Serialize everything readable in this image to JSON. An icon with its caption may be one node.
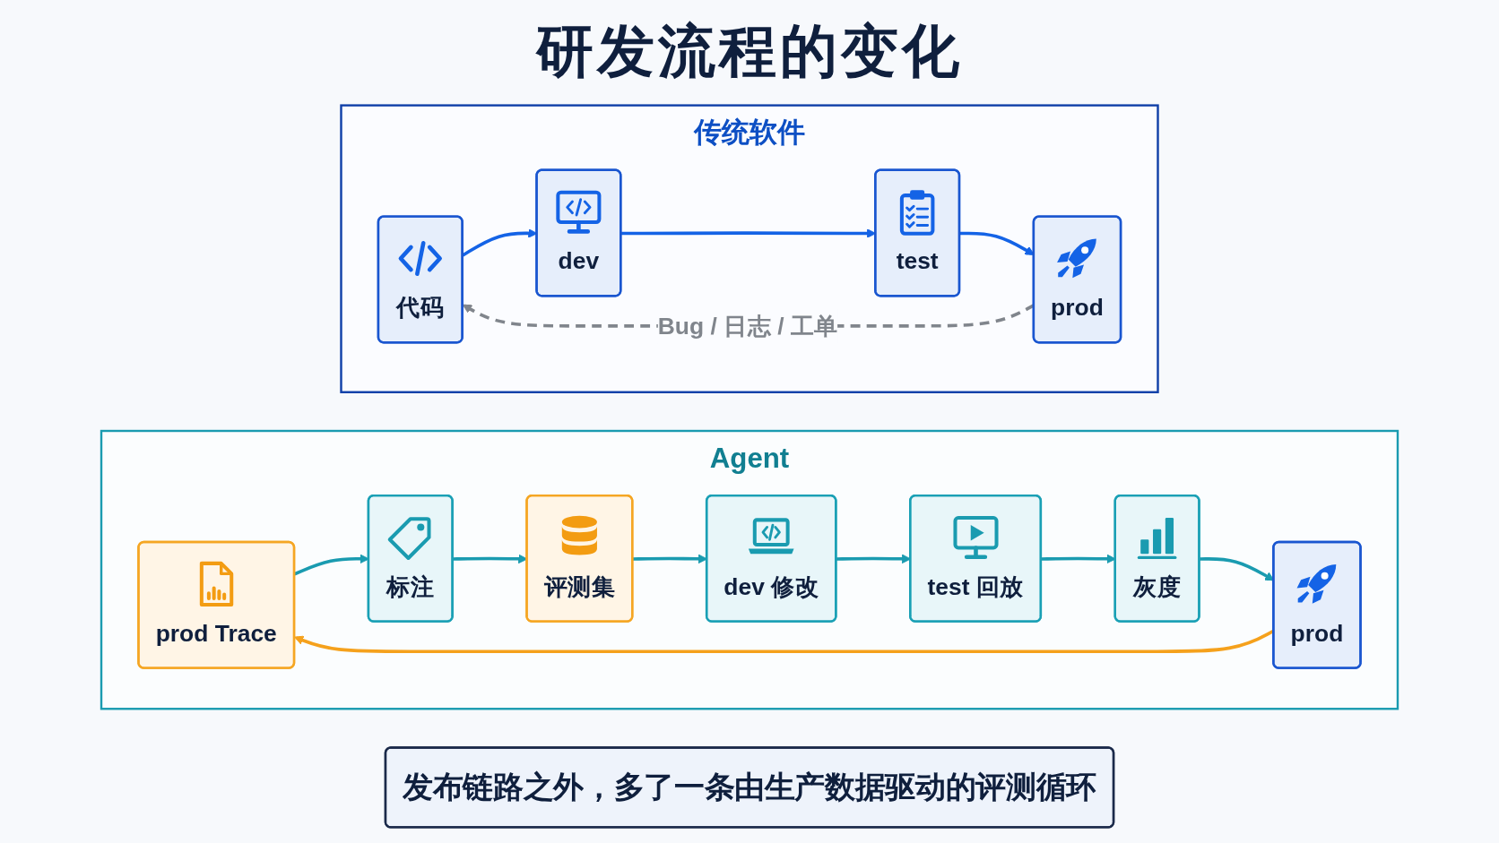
{
  "diagram": {
    "title": "研发流程的变化",
    "nodes": [
      {
        "text": [
          "传统软件"
        ]
      },
      {
        "text": [
          "代码"
        ],
        "in": 0
      },
      {
        "text": [
          "dev"
        ],
        "in": 0
      },
      {
        "text": [
          "test"
        ],
        "in": 0
      },
      {
        "text": [
          "prod"
        ],
        "in": 0
      },
      {
        "text": [
          "Agent"
        ]
      },
      {
        "text": [
          "prod Trace"
        ],
        "in": 5
      },
      {
        "text": [
          "标注"
        ],
        "in": 5
      },
      {
        "text": [
          "评测集"
        ],
        "in": 5
      },
      {
        "text": [
          "dev 修改"
        ],
        "in": 5
      },
      {
        "text": [
          "test 回放"
        ],
        "in": 5
      },
      {
        "text": [
          "灰度"
        ],
        "in": 5
      },
      {
        "text": [
          "prod"
        ],
        "in": 5
      },
      {
        "text": [
          "发布链路之外，多了一条由生产数据驱动的评测循环"
        ]
      }
    ],
    "edges": [
      {
        "from": 1,
        "to": 2,
        "arrow": "to",
        "color": "#1463e6"
      },
      {
        "from": 2,
        "to": 3,
        "arrow": "to",
        "color": "#1463e6"
      },
      {
        "from": 3,
        "to": 4,
        "arrow": "to",
        "color": "#1463e6"
      },
      {
        "from": 4,
        "to": 1,
        "arrow": "to",
        "label": "Bug / 日志 / 工单",
        "style": "dashed",
        "color": "#80858c"
      },
      {
        "from": 6,
        "to": 7,
        "arrow": "to"
      },
      {
        "from": 7,
        "to": 8,
        "arrow": "to"
      },
      {
        "from": 8,
        "to": 9,
        "arrow": "to"
      },
      {
        "from": 9,
        "to": 10,
        "arrow": "to"
      },
      {
        "from": 10,
        "to": 11,
        "arrow": "to"
      },
      {
        "from": 11,
        "to": 12,
        "arrow": "to"
      },
      {
        "from": 12,
        "to": 6,
        "arrow": "to",
        "color": "#f5a11c"
      }
    ]
  }
}
